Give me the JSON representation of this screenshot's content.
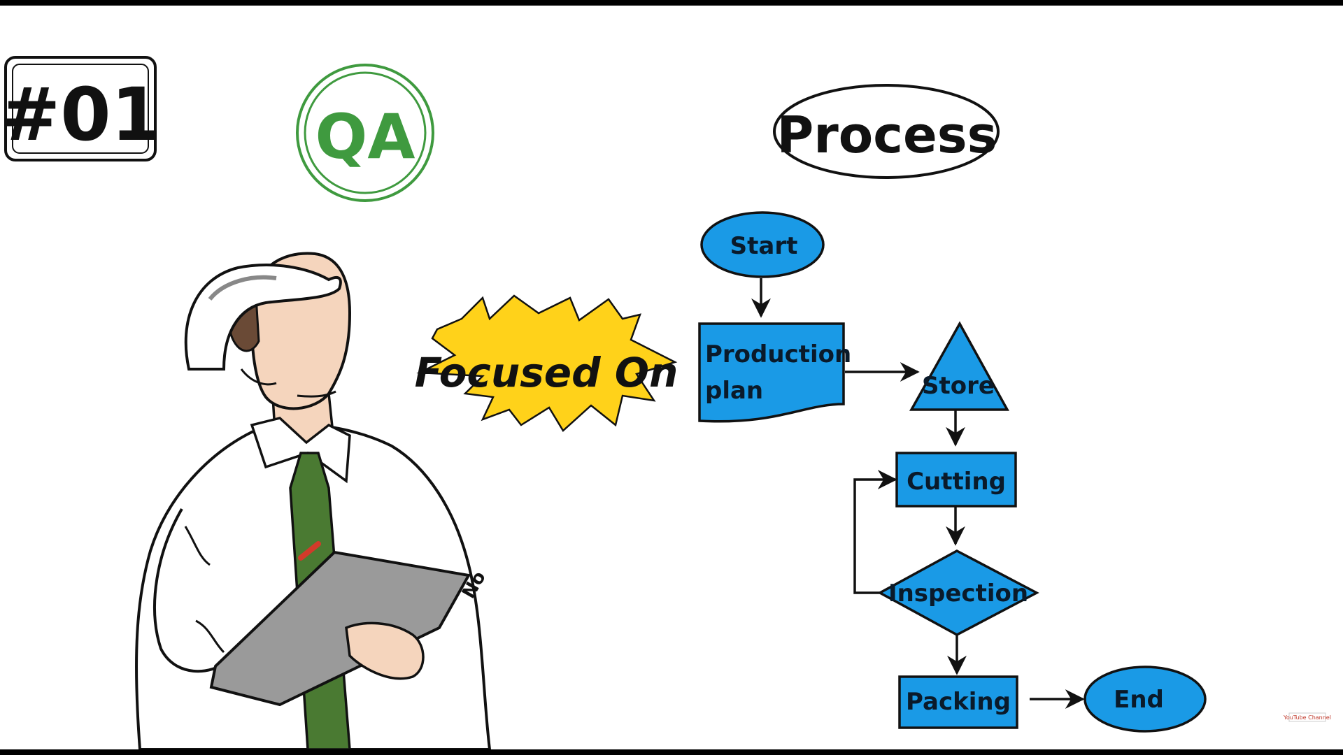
{
  "badge": {
    "number_label": "#01"
  },
  "qa_stamp": {
    "label": "QA"
  },
  "process_heading": {
    "label": "Process"
  },
  "burst": {
    "label": "Focused On"
  },
  "flowchart": {
    "start": "Start",
    "production_plan_line1": "Production",
    "production_plan_line2": "plan",
    "store": "Store",
    "cutting": "Cutting",
    "inspection": "Inspection",
    "packing": "Packing",
    "end": "End"
  },
  "clipboard_note": "No",
  "watermark": {
    "label": "YouTube Channel"
  },
  "colors": {
    "flow_fill": "#1a9ae6",
    "burst_fill": "#ffd21a",
    "qa_green": "#3f9a3f",
    "tie_green": "#4a7a32",
    "skin": "#f5d5bd",
    "clipboard": "#9a9a9a",
    "outline": "#111111"
  },
  "icons": [
    "hard-hat-icon",
    "clipboard-icon",
    "pencil-icon",
    "arrow-icon"
  ]
}
